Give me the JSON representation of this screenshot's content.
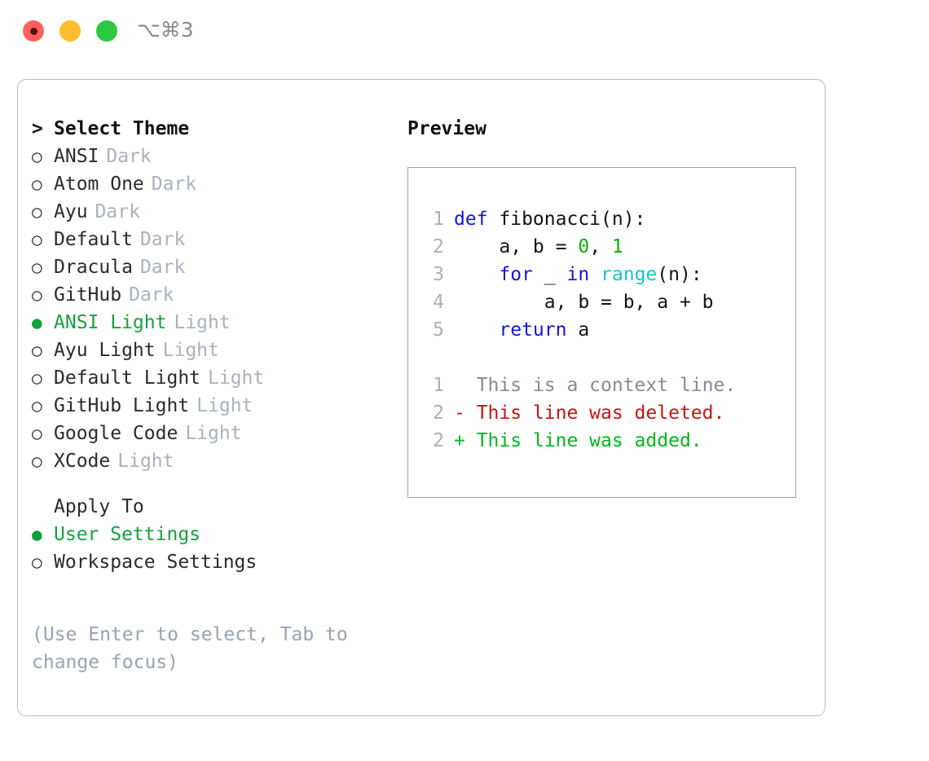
{
  "window": {
    "shortcut": "⌥⌘3",
    "traffic_lights": [
      {
        "name": "close",
        "color": "#ff605c"
      },
      {
        "name": "minimize",
        "color": "#ffbd2e"
      },
      {
        "name": "maximize",
        "color": "#2bc840"
      }
    ]
  },
  "colors": {
    "accent_green": "#10a33c",
    "muted": "#aab2bd",
    "hint": "#9aa3b0",
    "panel_border": "#b5bcc6",
    "preview_border": "#99a3b0",
    "keyword": "#1414e0",
    "number": "#00b200",
    "function": "#15c7c7",
    "diff_delete": "#cc1111",
    "diff_add": "#00b81e",
    "diff_context": "#848c96",
    "line_number": "#a9b1bb"
  },
  "theme_selector": {
    "marker_caret": ">",
    "marker_unselected": "○",
    "marker_selected": "●",
    "header": "Select Theme",
    "items": [
      {
        "name": "ANSI",
        "variant": "Dark",
        "selected": false
      },
      {
        "name": "Atom One",
        "variant": "Dark",
        "selected": false
      },
      {
        "name": "Ayu",
        "variant": "Dark",
        "selected": false
      },
      {
        "name": "Default",
        "variant": "Dark",
        "selected": false
      },
      {
        "name": "Dracula",
        "variant": "Dark",
        "selected": false
      },
      {
        "name": "GitHub",
        "variant": "Dark",
        "selected": false
      },
      {
        "name": "ANSI Light",
        "variant": "Light",
        "selected": true
      },
      {
        "name": "Ayu Light",
        "variant": "Light",
        "selected": false
      },
      {
        "name": "Default Light",
        "variant": "Light",
        "selected": false
      },
      {
        "name": "GitHub Light",
        "variant": "Light",
        "selected": false
      },
      {
        "name": "Google Code",
        "variant": "Light",
        "selected": false
      },
      {
        "name": "XCode",
        "variant": "Light",
        "selected": false
      }
    ]
  },
  "apply_to": {
    "header": "Apply To",
    "items": [
      {
        "label": "User Settings",
        "selected": true
      },
      {
        "label": "Workspace Settings",
        "selected": false
      }
    ]
  },
  "hint": "(Use Enter to select, Tab to change focus)",
  "preview": {
    "title": "Preview",
    "code_lines": [
      {
        "number": "1",
        "tokens": [
          {
            "text": "def",
            "kind": "kw"
          },
          {
            "text": " fibonacci(n):",
            "kind": "id"
          }
        ]
      },
      {
        "number": "2",
        "tokens": [
          {
            "text": "    a, b = ",
            "kind": "id"
          },
          {
            "text": "0",
            "kind": "num"
          },
          {
            "text": ", ",
            "kind": "id"
          },
          {
            "text": "1",
            "kind": "num"
          }
        ]
      },
      {
        "number": "3",
        "tokens": [
          {
            "text": "    ",
            "kind": "id"
          },
          {
            "text": "for",
            "kind": "kw"
          },
          {
            "text": " _ ",
            "kind": "id"
          },
          {
            "text": "in",
            "kind": "kw"
          },
          {
            "text": " ",
            "kind": "id"
          },
          {
            "text": "range",
            "kind": "fn"
          },
          {
            "text": "(n):",
            "kind": "id"
          }
        ]
      },
      {
        "number": "4",
        "tokens": [
          {
            "text": "        a, b = b, a + b",
            "kind": "id"
          }
        ]
      },
      {
        "number": "5",
        "tokens": [
          {
            "text": "    ",
            "kind": "id"
          },
          {
            "text": "return",
            "kind": "kw"
          },
          {
            "text": " a",
            "kind": "id"
          }
        ]
      }
    ],
    "diff_lines": [
      {
        "number": "1",
        "sign": " ",
        "text": " This is a context line.",
        "kind": "ctx"
      },
      {
        "number": "2",
        "sign": "-",
        "text": " This line was deleted.",
        "kind": "del"
      },
      {
        "number": "2",
        "sign": "+",
        "text": " This line was added.",
        "kind": "add"
      }
    ]
  }
}
